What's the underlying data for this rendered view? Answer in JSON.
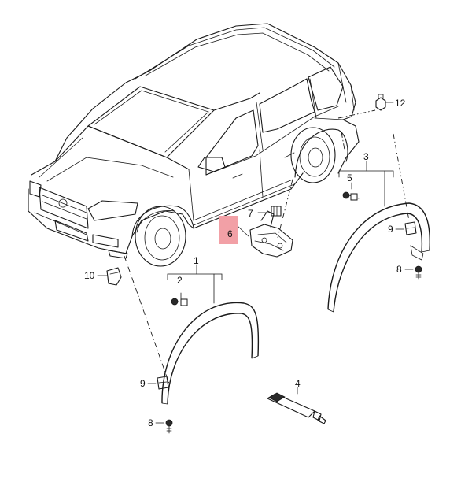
{
  "diagram": {
    "callouts": [
      {
        "id": "1",
        "label": "1"
      },
      {
        "id": "2",
        "label": "2"
      },
      {
        "id": "3",
        "label": "3"
      },
      {
        "id": "4",
        "label": "4"
      },
      {
        "id": "5",
        "label": "5"
      },
      {
        "id": "7",
        "label": "7"
      },
      {
        "id": "8a",
        "label": "8"
      },
      {
        "id": "8b",
        "label": "8"
      },
      {
        "id": "9a",
        "label": "9"
      },
      {
        "id": "9b",
        "label": "9"
      },
      {
        "id": "10",
        "label": "10"
      },
      {
        "id": "12",
        "label": "12"
      }
    ],
    "highlight": {
      "label": "6",
      "color": "#f2a0a6"
    },
    "line_color": "#1a1a1a"
  }
}
